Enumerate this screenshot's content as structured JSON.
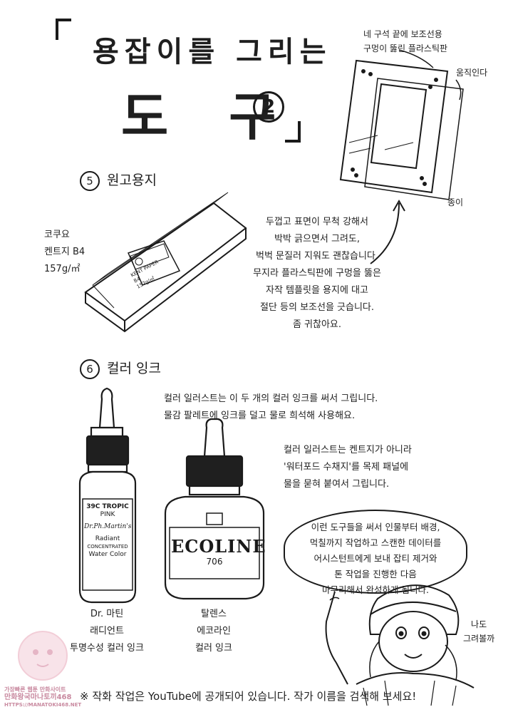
{
  "title": {
    "line1": "용잡이를 그리는",
    "line2": "도 구",
    "badge": "2"
  },
  "section5": {
    "number": "5",
    "heading": "원고용지",
    "frame_note": [
      "네 구석 끝에 보조선용",
      "구멍이 뚫린 플라스틱판"
    ],
    "move_note": "움직인다",
    "paper_note": "종이",
    "spec": [
      "코쿠요",
      "켄트지 B4",
      "157g/㎡"
    ],
    "package_label": [
      "KENT PAPER",
      "B4",
      "157g/㎡"
    ],
    "description": [
      "두껍고 표면이 무척 강해서",
      "박박 긁으면서 그려도,",
      "벅벅 문질러 지워도 괜찮습니다.",
      "무지라 플라스틱판에 구멍을 뚫은",
      "자작 템플릿을 용지에 대고",
      "절단 등의 보조선을 긋습니다.",
      "좀 귀찮아요."
    ]
  },
  "section6": {
    "number": "6",
    "heading": "컬러 잉크",
    "intro": [
      "컬러 일러스트는 이 두 개의 컬러 잉크를 써서 그립니다.",
      "물감 팔레트에 잉크를 덜고 물로 희석해 사용해요."
    ],
    "paper_note": [
      "컬러 일러스트는 켄트지가 아니라",
      "'워터포드 수채지'를 목제 패널에",
      "물을 묻혀 붙여서 그립니다."
    ],
    "bottle1": {
      "label_top": [
        "39C TROPIC",
        "PINK"
      ],
      "brand": "Dr.Ph.Martin's",
      "label_lines": [
        "Radiant",
        "CONCENTRATED",
        "Water Color"
      ],
      "caption": [
        "Dr. 마틴",
        "래디언트",
        "투명수성 컬러 잉크"
      ]
    },
    "bottle2": {
      "brand": "ECOLINE",
      "code": "706",
      "caption": [
        "탈렌스",
        "에코라인",
        "컬러 잉크"
      ]
    },
    "bubble": [
      "이런 도구들을 써서 인물부터 배경,",
      "먹칠까지 작업하고 스캔한 데이터를",
      "어시스턴트에게 보내 잡티 제거와",
      "톤 작업을 진행한 다음",
      "마무리해서 완성하게 됩니다."
    ],
    "side_note": [
      "나도",
      "그려볼까"
    ]
  },
  "notice": "※ 작화 작업은 YouTube에 공개되어 있습니다. 작가 이름을 검색해 보세요!",
  "watermark": [
    "가장빠른 웹툰 만화사이트",
    "만화왕국마나토끼468",
    "HTTPS://MANATOKI468.NET"
  ],
  "colors": {
    "ink": "#1a1a1a",
    "paper": "#ffffff",
    "watermark_pink": "#e8a6b8"
  }
}
